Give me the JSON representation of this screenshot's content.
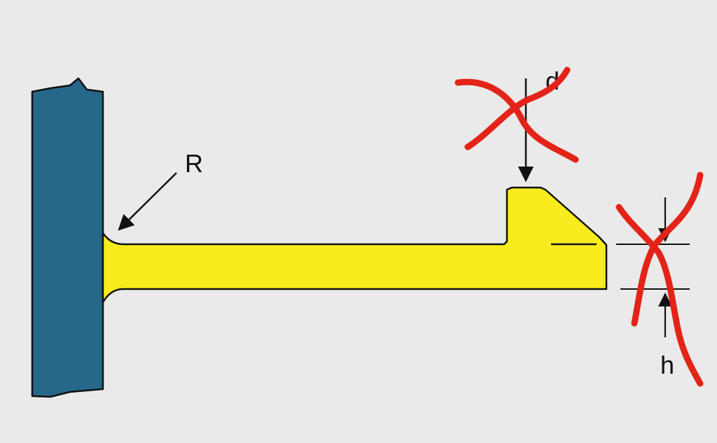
{
  "labels": {
    "radius": "R",
    "deflection": "d",
    "height": "h"
  },
  "colors": {
    "background": "#eaeaea",
    "wall": "#26678a",
    "beam": "#f8eb1e",
    "outline": "#111111",
    "strike": "#e42318"
  },
  "marks": {
    "strike_d": "red-x-mark",
    "strike_h": "red-x-mark"
  }
}
